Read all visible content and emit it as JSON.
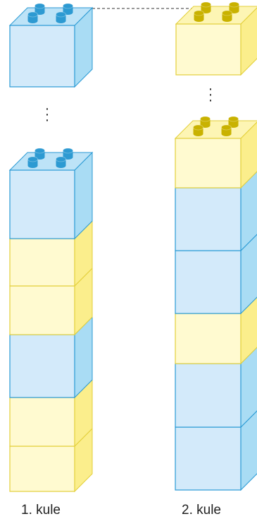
{
  "labels": {
    "tower1": "1. kule",
    "tower2": "2. kule"
  },
  "colors": {
    "blue_front": "#d3eafa",
    "blue_side": "#a9dcf4",
    "blue_top": "#bde3f7",
    "blue_stroke": "#2a9ad4",
    "yellow_front": "#fffad0",
    "yellow_side": "#fbee8c",
    "yellow_top": "#fdf5b4",
    "yellow_stroke": "#e3cf3a",
    "blue_stud": "#2d9ad2",
    "yellow_stud": "#c9b200"
  },
  "towers": [
    {
      "name": "tower1",
      "top_block": "blue",
      "stack_bottom_to_top": [
        "yellow",
        "yellow",
        "blue",
        "yellow",
        "yellow",
        "blue"
      ]
    },
    {
      "name": "tower2",
      "top_block": "yellow",
      "stack_bottom_to_top": [
        "blue",
        "blue",
        "yellow",
        "blue",
        "blue",
        "yellow"
      ]
    }
  ]
}
